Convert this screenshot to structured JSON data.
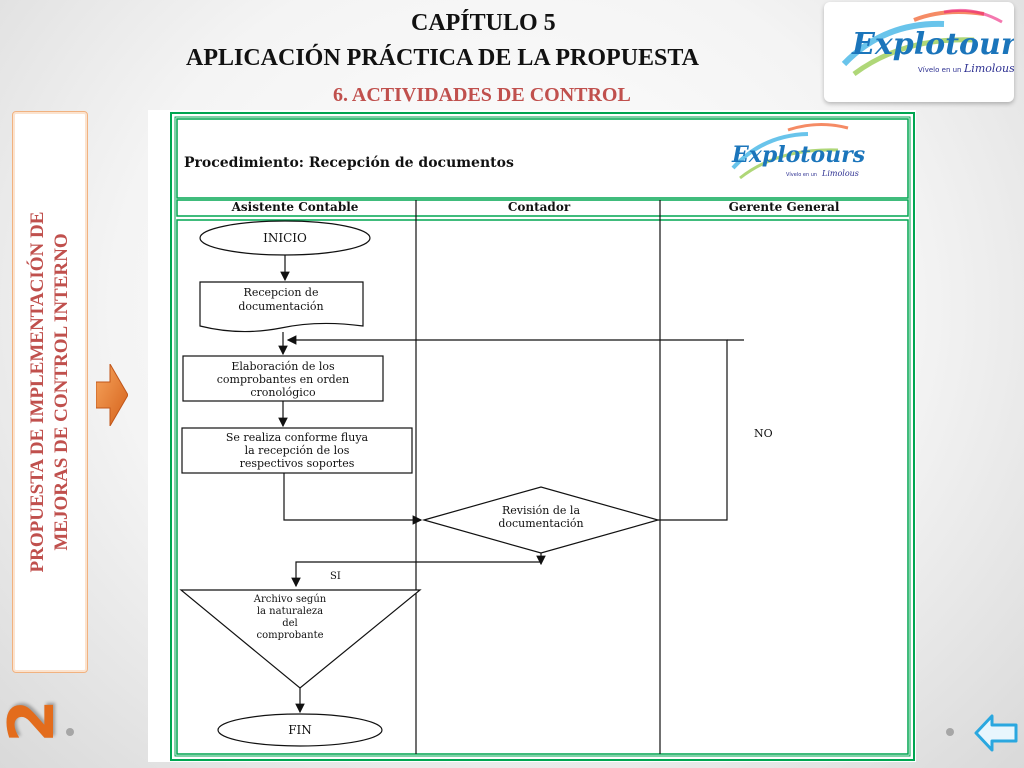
{
  "header": {
    "chapter": "CAPÍTULO 5",
    "title": "APLICACIÓN PRÁCTICA DE LA PROPUESTA",
    "subtitle": "6. ACTIVIDADES DE CONTROL"
  },
  "logo": {
    "text": "Explotours",
    "tagline": "Vívelo en un",
    "brand": "Limolous"
  },
  "sidebar": {
    "line1": "PROPUESTA DE IMPLEMENTACIÓN DE",
    "line2": "MEJORAS DE CONTROL INTERNO"
  },
  "slide_number": "2",
  "diagram": {
    "procedure_title": "Procedimiento:  Recepción de documentos",
    "lanes": [
      "Asistente Contable",
      "Contador",
      "Gerente General"
    ],
    "nodes": {
      "start": "INICIO",
      "doc1": [
        "Recepcion de",
        "documentación"
      ],
      "proc1": [
        "Elaboración de los",
        "comprobantes en orden",
        "cronológico"
      ],
      "proc2": [
        "Se realiza conforme fluya",
        "la recepción de los",
        "respectivos soportes"
      ],
      "decision": [
        "Revisión de la",
        "documentación"
      ],
      "merge": [
        "Archivo según",
        "la naturaleza",
        "del",
        "comprobante"
      ],
      "end": "FIN"
    },
    "labels": {
      "no": "NO",
      "yes": "SI"
    }
  },
  "colors": {
    "accent": "#c0504d",
    "orange": "#e36c1c",
    "green": "#00a651"
  }
}
